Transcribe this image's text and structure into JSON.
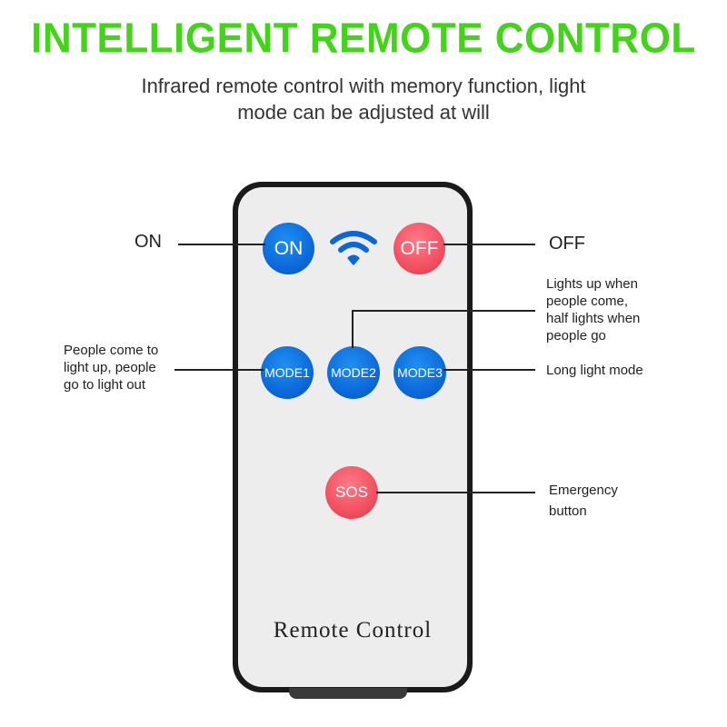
{
  "header": {
    "title": "INTELLIGENT REMOTE CONTROL",
    "subtitle_line1": "Infrared remote control with memory function, light",
    "subtitle_line2": "mode can be adjusted at will"
  },
  "remote": {
    "brand_label": "Remote Control",
    "buttons": {
      "on": "ON",
      "off": "OFF",
      "mode1": "MODE1",
      "mode2": "MODE2",
      "mode3": "MODE3",
      "sos": "SOS"
    },
    "signal_icon": "wifi-signal-icon"
  },
  "annotations": {
    "on": "ON",
    "off": "OFF",
    "mode1": [
      "People come to",
      "light up, people",
      "go to light out"
    ],
    "mode2": [
      "Lights up when",
      "people come,",
      "half lights when",
      "people go"
    ],
    "mode3": "Long light mode",
    "sos": [
      "Emergency",
      "button"
    ]
  },
  "colors": {
    "headline": "#43d31a",
    "blue_button": "#0a67d8",
    "red_button": "#f04d5e",
    "remote_body": "#1a1a1a",
    "remote_face": "#ededee"
  }
}
